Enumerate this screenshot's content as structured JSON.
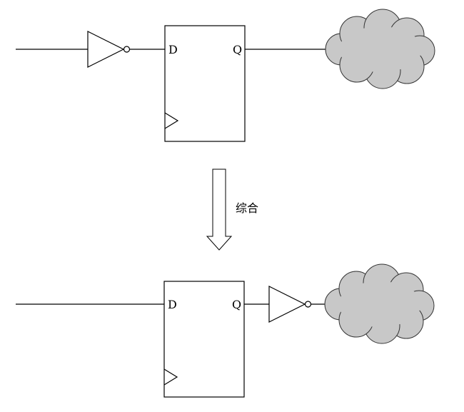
{
  "top": {
    "d_label": "D",
    "q_label": "Q"
  },
  "middle": {
    "caption": "综合"
  },
  "bottom": {
    "d_label": "D",
    "q_label": "Q"
  }
}
